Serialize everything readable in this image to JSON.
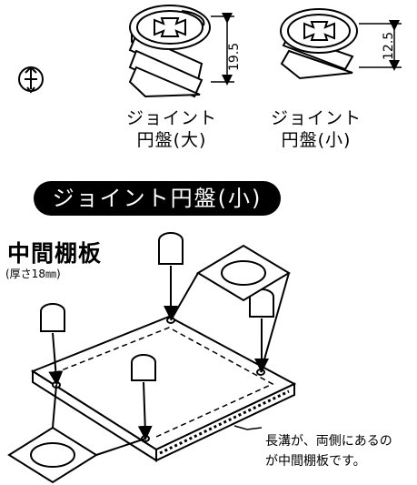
{
  "top_parts": [
    {
      "dimension": "19.5",
      "label_line1": "ジョイント",
      "label_line2": "円盤(大)"
    },
    {
      "dimension": "12.5",
      "label_line1": "ジョイント",
      "label_line2": "円盤(小)"
    }
  ],
  "banner": "ジョイント円盤(小)",
  "shelf": {
    "title": "中間棚板",
    "thickness": "(厚さ18㎜)"
  },
  "note": {
    "line1": "長溝が、両側にあるの",
    "line2": "が中間棚板です。"
  }
}
